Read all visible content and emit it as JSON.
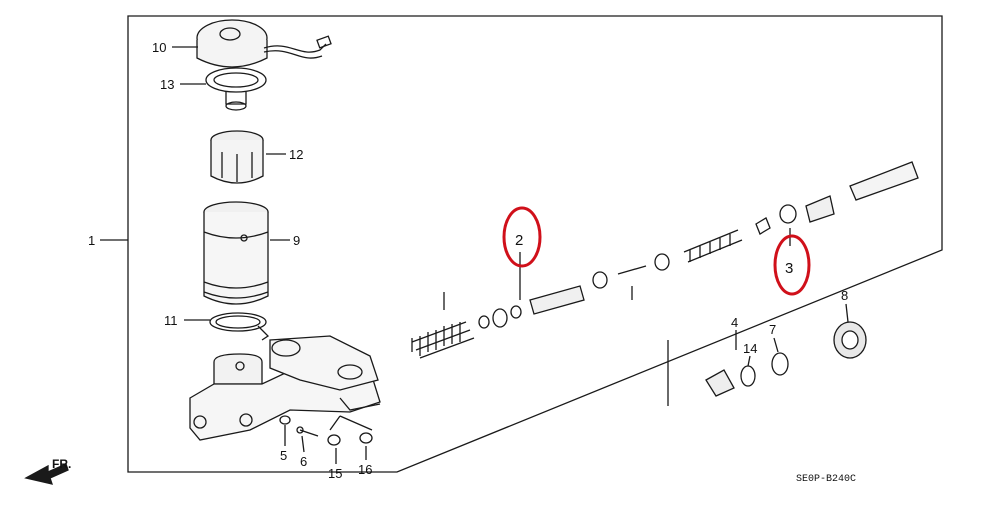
{
  "diagram": {
    "callouts": {
      "c1": "1",
      "c2": "2",
      "c3": "3",
      "c4": "4",
      "c5": "5",
      "c6": "6",
      "c7": "7",
      "c8": "8",
      "c9": "9",
      "c10": "10",
      "c11": "11",
      "c12": "12",
      "c13": "13",
      "c14": "14",
      "c15": "15",
      "c16": "16"
    },
    "front_label": "FR.",
    "drawing_code": "SE0P-B240C",
    "highlight_color": "#d0101a",
    "line_color": "#1a1a1a"
  }
}
